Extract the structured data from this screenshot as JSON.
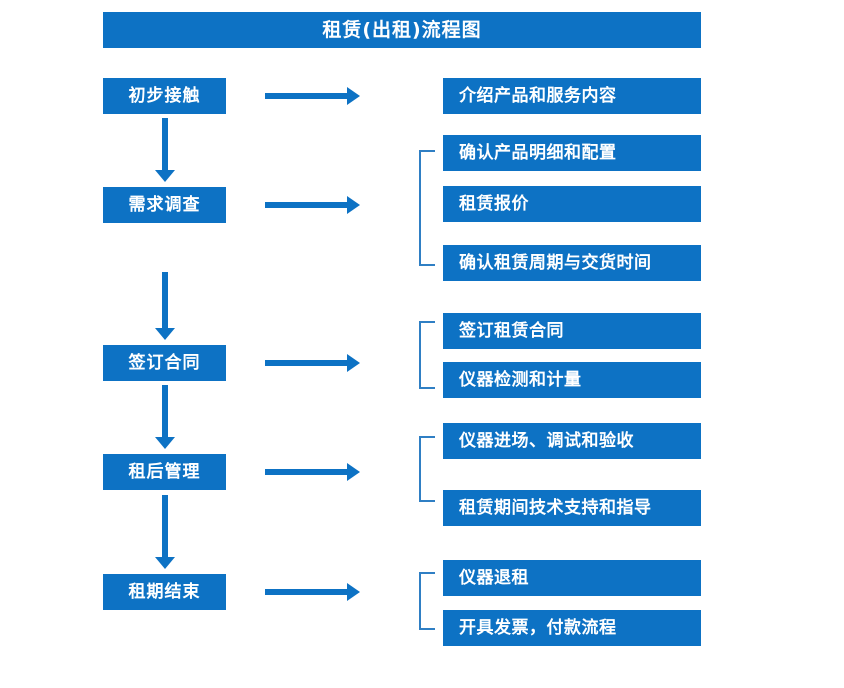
{
  "diagram": {
    "title": "租赁(出租)流程图",
    "accent_color": "#0d72c4",
    "bracket_color": "#2f7fc4",
    "text_color": "#ffffff",
    "background_color": "#ffffff"
  },
  "stages": [
    {
      "label": "初步接触"
    },
    {
      "label": "需求调查"
    },
    {
      "label": "签订合同"
    },
    {
      "label": "租后管理"
    },
    {
      "label": "租期结束"
    }
  ],
  "details": [
    {
      "label": "介绍产品和服务内容"
    },
    {
      "label": "确认产品明细和配置"
    },
    {
      "label": "租赁报价"
    },
    {
      "label": "确认租赁周期与交货时间"
    },
    {
      "label": "签订租赁合同"
    },
    {
      "label": "仪器检测和计量"
    },
    {
      "label": "仪器进场、调试和验收"
    },
    {
      "label": "租赁期间技术支持和指导"
    },
    {
      "label": "仪器退租"
    },
    {
      "label": "开具发票，付款流程"
    }
  ],
  "groups": [
    {
      "stage": "需求调查",
      "members": [
        "确认产品明细和配置",
        "租赁报价",
        "确认租赁周期与交货时间"
      ]
    },
    {
      "stage": "签订合同",
      "members": [
        "签订租赁合同",
        "仪器检测和计量"
      ]
    },
    {
      "stage": "租后管理",
      "members": [
        "仪器进场、调试和验收",
        "租赁期间技术支持和指导"
      ]
    },
    {
      "stage": "租期结束",
      "members": [
        "仪器退租",
        "开具发票，付款流程"
      ]
    }
  ],
  "flow": [
    {
      "from": "初步接触",
      "to": "需求调查"
    },
    {
      "from": "需求调查",
      "to": "签订合同"
    },
    {
      "from": "签订合同",
      "to": "租后管理"
    },
    {
      "from": "租后管理",
      "to": "租期结束"
    }
  ]
}
